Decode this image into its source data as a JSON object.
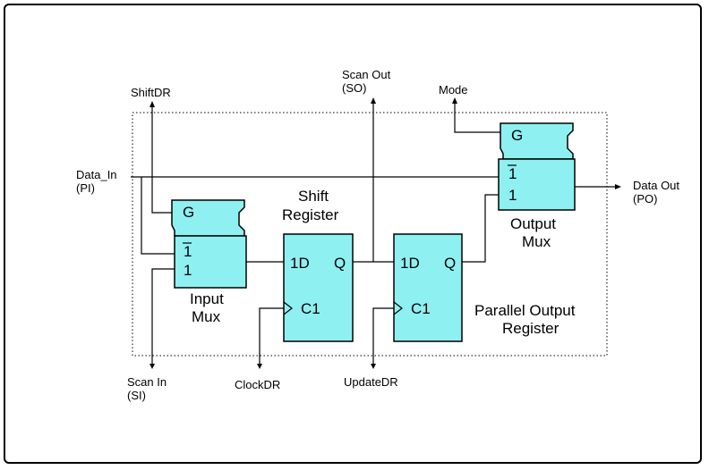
{
  "signals": {
    "shiftdr": "ShiftDR",
    "scan_out": "Scan  Out",
    "scan_out_abbr": "(SO)",
    "mode": "Mode",
    "data_in": "Data_In",
    "data_in_abbr": "(PI)",
    "data_out": "Data Out",
    "data_out_abbr": "(PO)",
    "scan_in": "Scan  In",
    "scan_in_abbr": "(SI)",
    "clockdr": "ClockDR",
    "updatedr": "UpdateDR"
  },
  "input_mux": {
    "g": "G",
    "in0": "1",
    "in1": "1",
    "title1": "Input",
    "title2": "Mux"
  },
  "shift_register": {
    "title1": "Shift",
    "title2": "Register",
    "d": "1D",
    "q": "Q",
    "c": "C1"
  },
  "parallel_register": {
    "d": "1D",
    "q": "Q",
    "c": "C1",
    "title1": "Parallel Output",
    "title2": "Register"
  },
  "output_mux": {
    "g": "G",
    "in0": "1",
    "in1": "1",
    "title1": "Output",
    "title2": "Mux"
  },
  "colors": {
    "block_fill": "#8ff0f2"
  }
}
